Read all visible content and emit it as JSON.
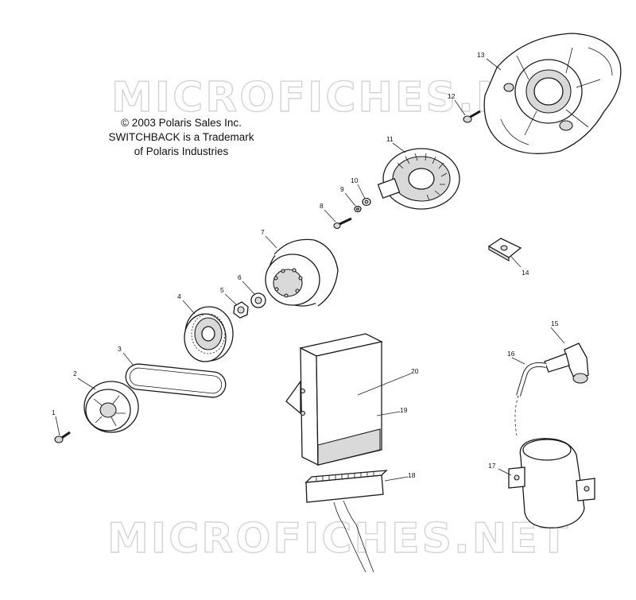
{
  "credits": {
    "copyright": "© 2003 Polaris Sales Inc.",
    "trademark_line1": "SWITCHBACK is a Trademark",
    "trademark_line2": "of Polaris Industries"
  },
  "watermark": {
    "top": "MICROFICHES.NET",
    "bottom": "MICROFICHES.NET"
  },
  "callouts": {
    "c1": "1",
    "c2": "2",
    "c3": "3",
    "c4": "4",
    "c5": "5",
    "c6": "6",
    "c7": "7",
    "c8": "8",
    "c9": "9",
    "c10": "10",
    "c11": "11",
    "c12": "12",
    "c13": "13",
    "c14": "14",
    "c15": "15",
    "c16": "16",
    "c17": "17",
    "c18": "18",
    "c19": "19",
    "c20": "20"
  }
}
